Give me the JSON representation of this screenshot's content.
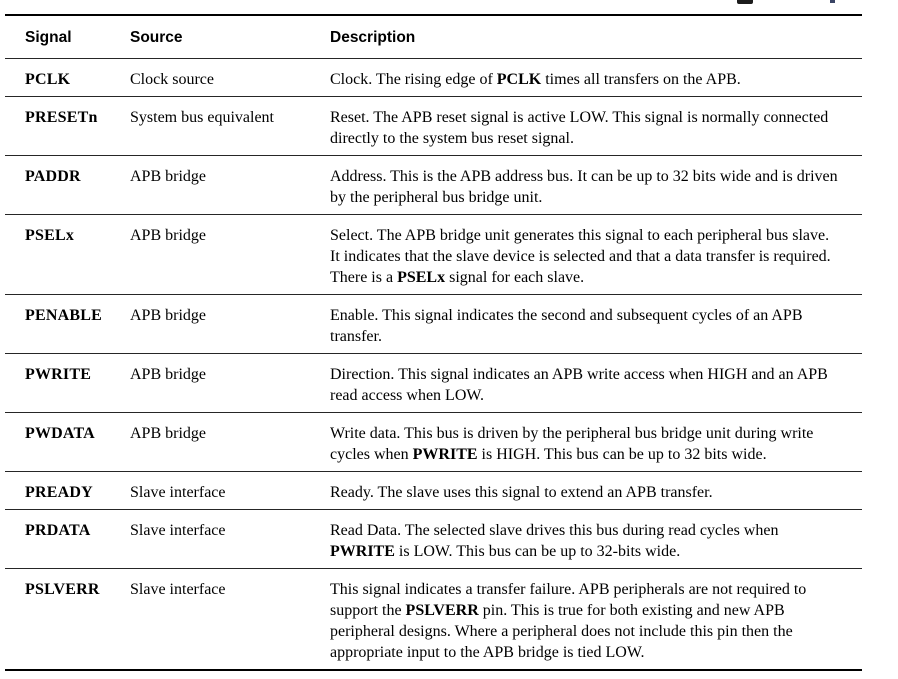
{
  "table": {
    "columns": [
      {
        "label": "Signal"
      },
      {
        "label": "Source"
      },
      {
        "label": "Description"
      }
    ],
    "rows": [
      {
        "signal": "PCLK",
        "source": "Clock source",
        "description": [
          [
            {
              "t": "Clock. The rising edge of ",
              "b": false
            },
            {
              "t": "PCLK",
              "b": true
            },
            {
              "t": " times all transfers on the APB.",
              "b": false
            }
          ]
        ]
      },
      {
        "signal": "PRESETn",
        "source": "System bus equivalent",
        "description": [
          [
            {
              "t": "Reset. The APB reset signal is active LOW. This signal is normally connected",
              "b": false
            }
          ],
          [
            {
              "t": "directly to the system bus reset signal.",
              "b": false
            }
          ]
        ]
      },
      {
        "signal": "PADDR",
        "source": "APB bridge",
        "description": [
          [
            {
              "t": "Address. This is the APB address bus. It can be up to 32 bits wide and is driven",
              "b": false
            }
          ],
          [
            {
              "t": "by the peripheral bus bridge unit.",
              "b": false
            }
          ]
        ]
      },
      {
        "signal": "PSELx",
        "source": "APB bridge",
        "description": [
          [
            {
              "t": "Select. The APB bridge unit generates this signal to each peripheral bus slave.",
              "b": false
            }
          ],
          [
            {
              "t": "It indicates that the slave device is selected and that a data transfer is required.",
              "b": false
            }
          ],
          [
            {
              "t": "There is a ",
              "b": false
            },
            {
              "t": "PSELx",
              "b": true
            },
            {
              "t": " signal for each slave.",
              "b": false
            }
          ]
        ]
      },
      {
        "signal": "PENABLE",
        "source": "APB bridge",
        "description": [
          [
            {
              "t": "Enable. This signal indicates the second and subsequent cycles of an APB",
              "b": false
            }
          ],
          [
            {
              "t": "transfer.",
              "b": false
            }
          ]
        ]
      },
      {
        "signal": "PWRITE",
        "source": "APB bridge",
        "description": [
          [
            {
              "t": "Direction. This signal indicates an APB write access when HIGH and an APB",
              "b": false
            }
          ],
          [
            {
              "t": "read access when LOW.",
              "b": false
            }
          ]
        ]
      },
      {
        "signal": "PWDATA",
        "source": "APB bridge",
        "description": [
          [
            {
              "t": "Write data. This bus is driven by the peripheral bus bridge unit during write",
              "b": false
            }
          ],
          [
            {
              "t": "cycles when ",
              "b": false
            },
            {
              "t": "PWRITE",
              "b": true
            },
            {
              "t": " is HIGH. This bus can be up to 32 bits wide.",
              "b": false
            }
          ]
        ]
      },
      {
        "signal": "PREADY",
        "source": "Slave interface",
        "description": [
          [
            {
              "t": "Ready. The slave uses this signal to extend an APB transfer.",
              "b": false
            }
          ]
        ]
      },
      {
        "signal": "PRDATA",
        "source": "Slave interface",
        "description": [
          [
            {
              "t": "Read Data. The selected slave drives this bus during read cycles when",
              "b": false
            }
          ],
          [
            {
              "t": "PWRITE",
              "b": true
            },
            {
              "t": " is LOW. This bus can be up to 32-bits wide.",
              "b": false
            }
          ]
        ]
      },
      {
        "signal": "PSLVERR",
        "source": "Slave interface",
        "description": [
          [
            {
              "t": "This signal indicates a transfer failure. APB peripherals are not required to",
              "b": false
            }
          ],
          [
            {
              "t": "support the ",
              "b": false
            },
            {
              "t": "PSLVERR",
              "b": true
            },
            {
              "t": " pin. This is true for both existing and new APB",
              "b": false
            }
          ],
          [
            {
              "t": "peripheral designs. Where a peripheral does not include this pin then the",
              "b": false
            }
          ],
          [
            {
              "t": "appropriate input to the APB bridge is tied LOW.",
              "b": false
            }
          ]
        ]
      }
    ]
  },
  "colors": {
    "text": "#000000",
    "rule": "#262626",
    "background": "#ffffff"
  }
}
